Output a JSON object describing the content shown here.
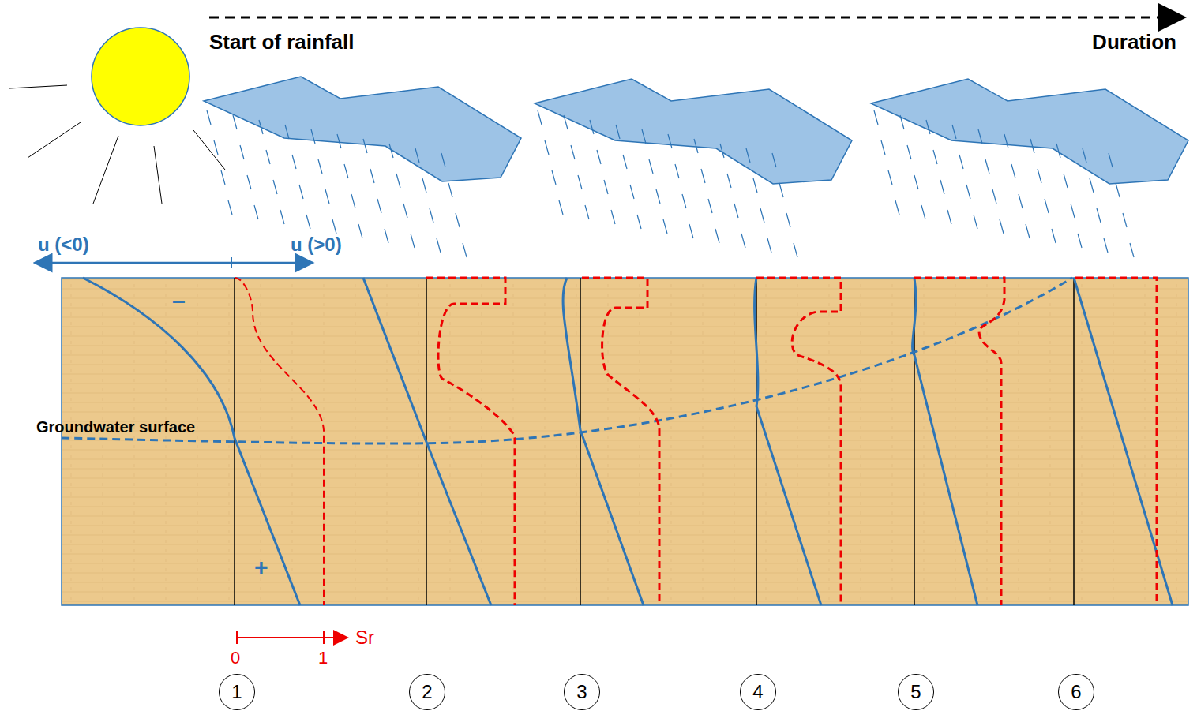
{
  "diagram": {
    "nodes": [
      {
        "text": [
          "1"
        ]
      },
      {
        "text": [
          "2"
        ]
      },
      {
        "text": [
          "3"
        ]
      },
      {
        "text": [
          "4"
        ]
      },
      {
        "text": [
          "5"
        ]
      },
      {
        "text": [
          "6"
        ]
      }
    ],
    "labels": [
      "Start of rainfall",
      "Duration",
      "u (<0)",
      "u (>0)",
      "–",
      "+",
      "Groundwater surface",
      "0",
      "1",
      "Sr"
    ]
  }
}
